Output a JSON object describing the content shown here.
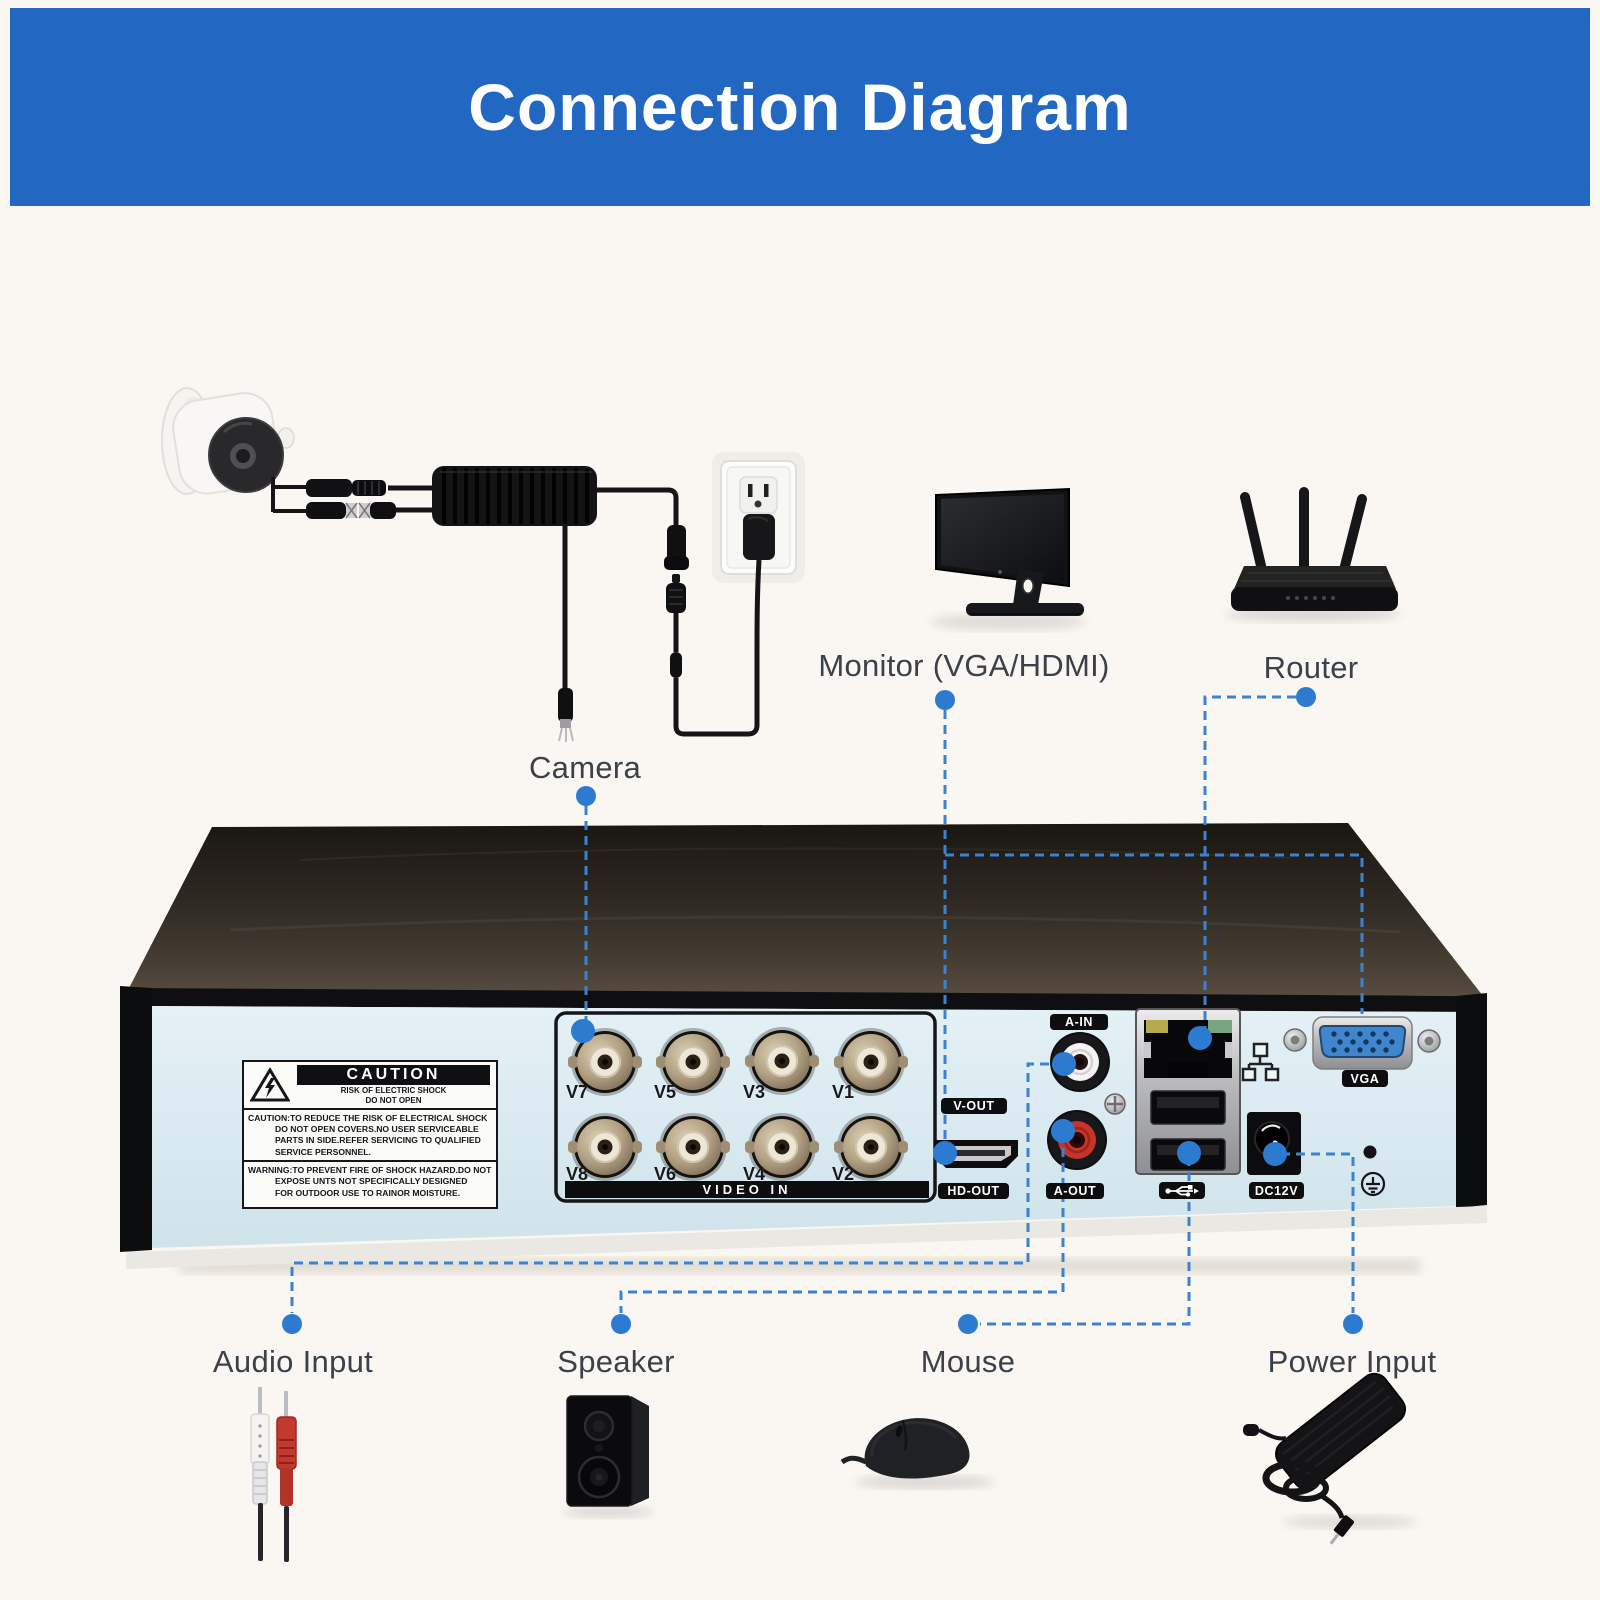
{
  "banner": {
    "title": "Connection Diagram",
    "bg_color": "#2268c3",
    "text_color": "#ffffff"
  },
  "connections": {
    "camera": {
      "label": "Camera"
    },
    "monitor": {
      "label": "Monitor (VGA/HDMI)"
    },
    "router": {
      "label": "Router"
    },
    "audio_input": {
      "label": "Audio Input"
    },
    "speaker": {
      "label": "Speaker"
    },
    "mouse": {
      "label": "Mouse"
    },
    "power_input": {
      "label": "Power Input"
    }
  },
  "rear_panel": {
    "video_in": {
      "label": "VIDEO IN",
      "ports": [
        "V7",
        "V5",
        "V3",
        "V1",
        "V8",
        "V6",
        "V4",
        "V2"
      ]
    },
    "port_labels": {
      "a_in": "A-IN",
      "v_out": "V-OUT",
      "hd_out": "HD-OUT",
      "a_out": "A-OUT",
      "vga": "VGA",
      "dc12v": "DC12V"
    },
    "icons": {
      "usb": "usb-trident-icon",
      "network": "ethernet-network-icon",
      "ground": "ground-icon",
      "warning": "electric-shock-triangle-icon"
    }
  },
  "caution_sticker": {
    "title": "CAUTION",
    "risk_line": "RISK OF ELECTRIC SHOCK",
    "open_line": "DO NOT OPEN",
    "caution_lines": [
      "CAUTION:TO REDUCE THE RISK OF ELECTRICAL SHOCK",
      "DO NOT OPEN COVERS.NO USER SERVICEABLE",
      "PARTS IN SIDE.REFER SERVICING TO QUALIFIED",
      "SERVICE PERSONNEL."
    ],
    "warning_lines": [
      "WARNING:TO PREVENT FIRE OF SHOCK HAZARD.DO NOT",
      "EXPOSE UNTS NOT SPECIFICALLY DESIGNED",
      "FOR OUTDOOR USE TO RAINOR MOISTURE."
    ]
  },
  "colors": {
    "line_blue": "#3a83d2",
    "dot_blue": "#2d7bd0",
    "panel_blue": "#d9eaf1",
    "background": "#faf7f2"
  }
}
